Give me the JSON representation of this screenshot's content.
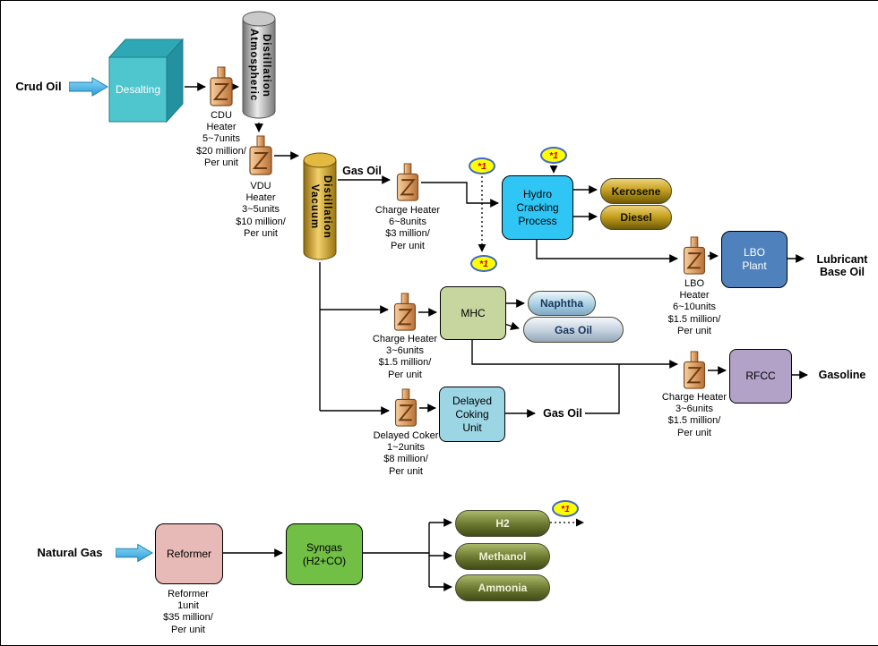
{
  "title": "Refinery process flow diagram",
  "labels": {
    "crude_oil": "Crud Oil",
    "natural_gas": "Natural Gas",
    "gas_oil_feed": "Gas Oil",
    "gas_oil_product": "Gas Oil",
    "lubricant_base_oil": "Lubricant\nBase Oil",
    "gasoline": "Gasoline"
  },
  "units": {
    "desalting": "Desalting",
    "atmospheric_distillation": "Atmospheric\nDistillation",
    "vacuum_distillation": "Vacuum\nDistillation",
    "hydro_cracking": "Hydro\nCracking\nProcess",
    "mhc": "MHC",
    "delayed_coking_unit": "Delayed\nCoking\nUnit",
    "lbo_plant": "LBO\nPlant",
    "rfcc": "RFCC",
    "reformer": "Reformer",
    "syngas": "Syngas\n(H2+CO)"
  },
  "heater_captions": {
    "cdu": "CDU\nHeater\n5~7units\n$20 million/\nPer unit",
    "vdu": "VDU\nHeater\n3~5units\n$10 million/\nPer unit",
    "charge_hydrocracker": "Charge Heater\n6~8units\n$3 million/\nPer unit",
    "charge_mhc": "Charge Heater\n3~6units\n$1.5 million/\nPer unit",
    "delayed_coker": "Delayed Coker\n1~2units\n$8 million/\nPer unit",
    "lbo": "LBO\nHeater\n6~10units\n$1.5 million/\nPer unit",
    "charge_rfcc": "Charge Heater\n3~6units\n$1.5 million/\nPer unit",
    "reformer": "Reformer\n1unit\n$35 million/\nPer unit"
  },
  "products": {
    "kerosene": "Kerosene",
    "diesel": "Diesel",
    "naphtha": "Naphtha",
    "gas_oil": "Gas Oil",
    "h2": "H2",
    "methanol": "Methanol",
    "ammonia": "Ammonia"
  },
  "badges": {
    "note": "*1"
  },
  "colors": {
    "hydro_cracking": "#2fc6f5",
    "mhc": "#c6d69e",
    "delayed_coking": "#9cd6e4",
    "lbo_plant": "#4f81bd",
    "rfcc": "#b2a2c7",
    "reformer": "#e7b9b7",
    "syngas": "#71bf44",
    "kerosene_diesel": "#c7a21f",
    "flow_arrow": "#3fb3e5",
    "badge_fill": "#ffff00",
    "badge_text": "#cc0000",
    "heater": "#d89a5e"
  }
}
